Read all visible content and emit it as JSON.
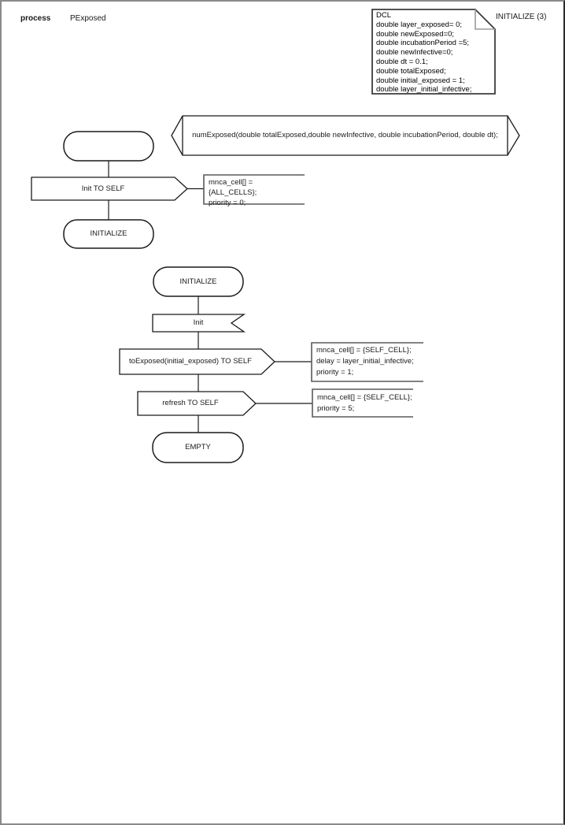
{
  "header": {
    "kind_label": "process",
    "process_name": "PExposed",
    "page_label": "INITIALIZE (3)"
  },
  "declarations": {
    "text": "DCL\ndouble layer_exposed= 0;\ndouble newExposed=0;\ndouble incubationPeriod =5;\ndouble newInfective=0;\ndouble dt = 0.1;\ndouble totalExposed;\ndouble initial_exposed = 1;\ndouble layer_initial_infective;"
  },
  "procedure": {
    "signature": "numExposed(double totalExposed,double newInfective, double incubationPeriod, double dt);"
  },
  "start_flow": {
    "output_init_label": "Init TO SELF",
    "output_init_comment": "mnca_cell[] = {ALL_CELLS};\npriority = 0;",
    "next_state_label": "INITIALIZE"
  },
  "initialize_flow": {
    "state_label": "INITIALIZE",
    "input_label": "Init",
    "output_toexposed_label": "toExposed(initial_exposed) TO SELF",
    "output_toexposed_comment": "mnca_cell[] = {SELF_CELL};\ndelay = layer_initial_infective;\npriority = 1;",
    "output_refresh_label": "refresh TO SELF",
    "output_refresh_comment": "mnca_cell[] = {SELF_CELL};\npriority = 5;",
    "next_state_label": "EMPTY"
  },
  "colors": {
    "shape_stroke": "#1a1a1a",
    "comment_stroke": "#5a5a5a",
    "page_border": "#8a8a8a",
    "background": "#ffffff"
  }
}
